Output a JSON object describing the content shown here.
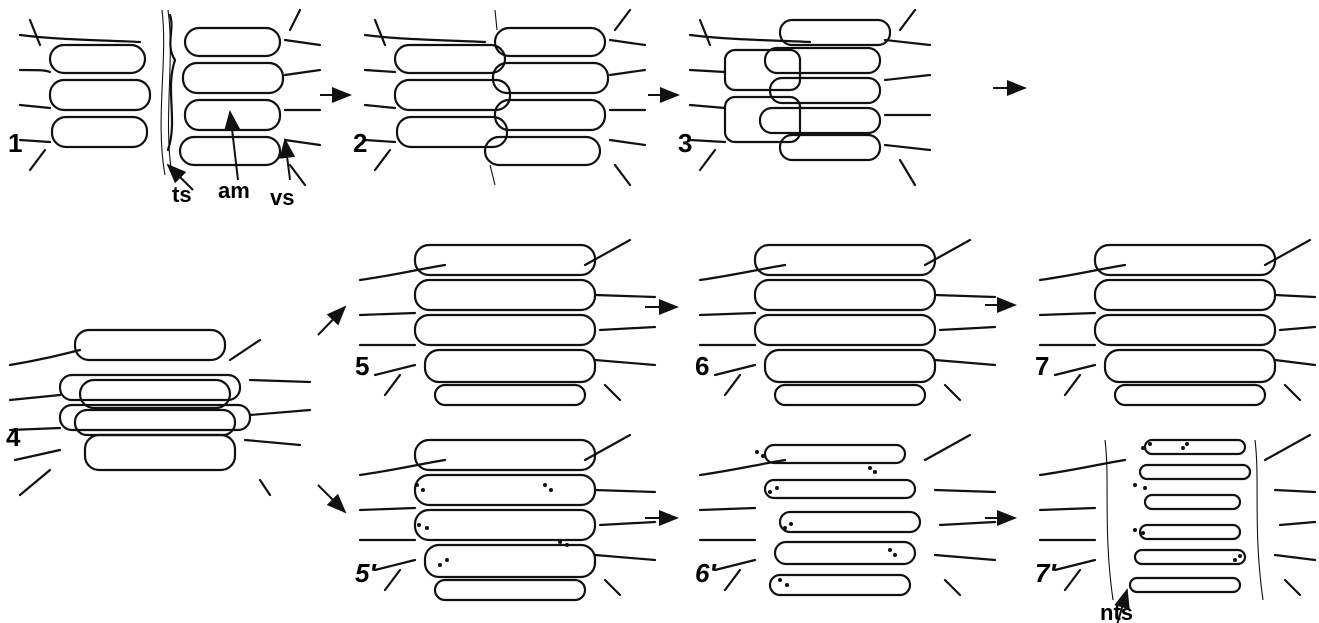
{
  "panels": [
    {
      "id": "1",
      "label": "1"
    },
    {
      "id": "2",
      "label": "2"
    },
    {
      "id": "3",
      "label": "3"
    },
    {
      "id": "4",
      "label": "4"
    },
    {
      "id": "5",
      "label": "5"
    },
    {
      "id": "6",
      "label": "6"
    },
    {
      "id": "7",
      "label": "7"
    },
    {
      "id": "5p",
      "label": "5′"
    },
    {
      "id": "6p",
      "label": "6′"
    },
    {
      "id": "7p",
      "label": "7′"
    }
  ],
  "annotations": {
    "ts": "ts",
    "am": "am",
    "vs": "vs",
    "nts": "nts"
  }
}
